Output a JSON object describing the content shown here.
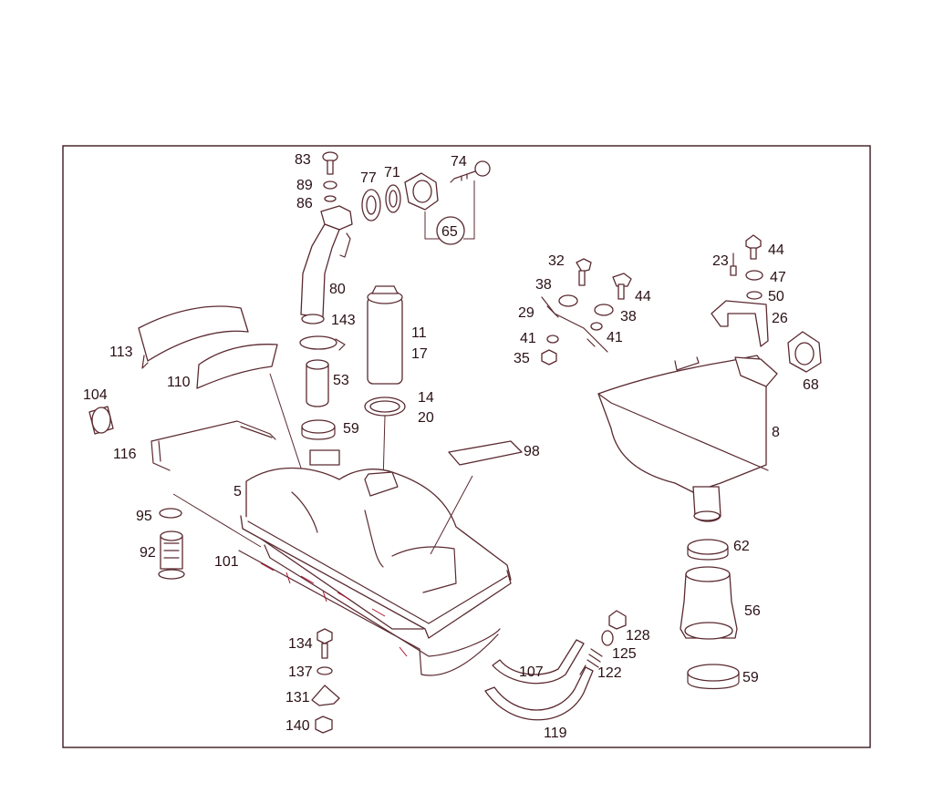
{
  "diagram": {
    "callouts": {
      "c83": "83",
      "c89": "89",
      "c86": "86",
      "c77": "77",
      "c71": "71",
      "c74": "74",
      "c65": "65",
      "c80": "80",
      "c143": "143",
      "c53": "53",
      "c59a": "59",
      "c11": "11",
      "c17": "17",
      "c14": "14",
      "c20": "20",
      "c98": "98",
      "c113": "113",
      "c110": "110",
      "c104": "104",
      "c116": "116",
      "c5": "5",
      "c95": "95",
      "c92": "92",
      "c101": "101",
      "c134": "134",
      "c137": "137",
      "c131": "131",
      "c140": "140",
      "c32": "32",
      "c38a": "38",
      "c29": "29",
      "c41a": "41",
      "c35": "35",
      "c44a": "44",
      "c38b": "38",
      "c41b": "41",
      "c23": "23",
      "c44b": "44",
      "c47": "47",
      "c50": "50",
      "c26": "26",
      "c68": "68",
      "c8": "8",
      "c62": "62",
      "c56": "56",
      "c59b": "59",
      "c128": "128",
      "c125": "125",
      "c122": "122",
      "c107": "107",
      "c119": "119"
    }
  }
}
